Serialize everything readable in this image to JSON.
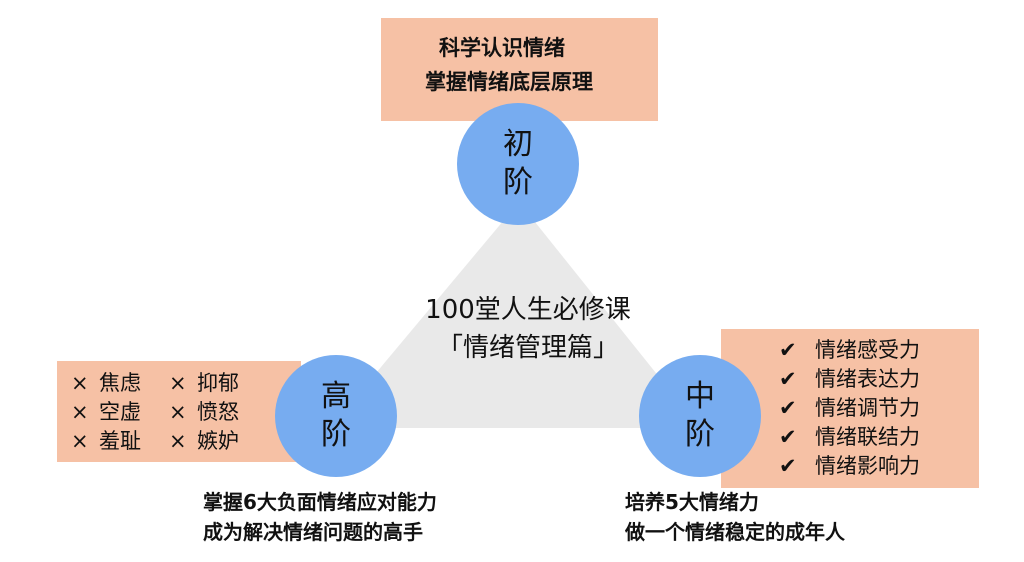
{
  "center": {
    "title": "100堂人生必修课",
    "subtitle": "「情绪管理篇」"
  },
  "stages": {
    "beginner": {
      "line1": "初",
      "line2": "阶"
    },
    "intermediate": {
      "line1": "中",
      "line2": "阶"
    },
    "advanced": {
      "line1": "高",
      "line2": "阶"
    }
  },
  "top_box": {
    "line1": "科学认识情绪",
    "line2": "掌握情绪底层原理"
  },
  "left_box": {
    "mark": "×",
    "items": [
      "焦虑",
      "抑郁",
      "空虚",
      "愤怒",
      "羞耻",
      "嫉妒"
    ]
  },
  "right_box": {
    "mark": "✔",
    "items": [
      "情绪感受力",
      "情绪表达力",
      "情绪调节力",
      "情绪联结力",
      "情绪影响力"
    ]
  },
  "bottom_left": {
    "line1": "掌握6大负面情绪应对能力",
    "line2": "成为解决情绪问题的高手"
  },
  "bottom_right": {
    "line1": "培养5大情绪力",
    "line2": "做一个情绪稳定的成年人"
  },
  "colors": {
    "circle": "#77acf0",
    "box": "#f6c1a5",
    "triangle": "#e8e8e8"
  }
}
